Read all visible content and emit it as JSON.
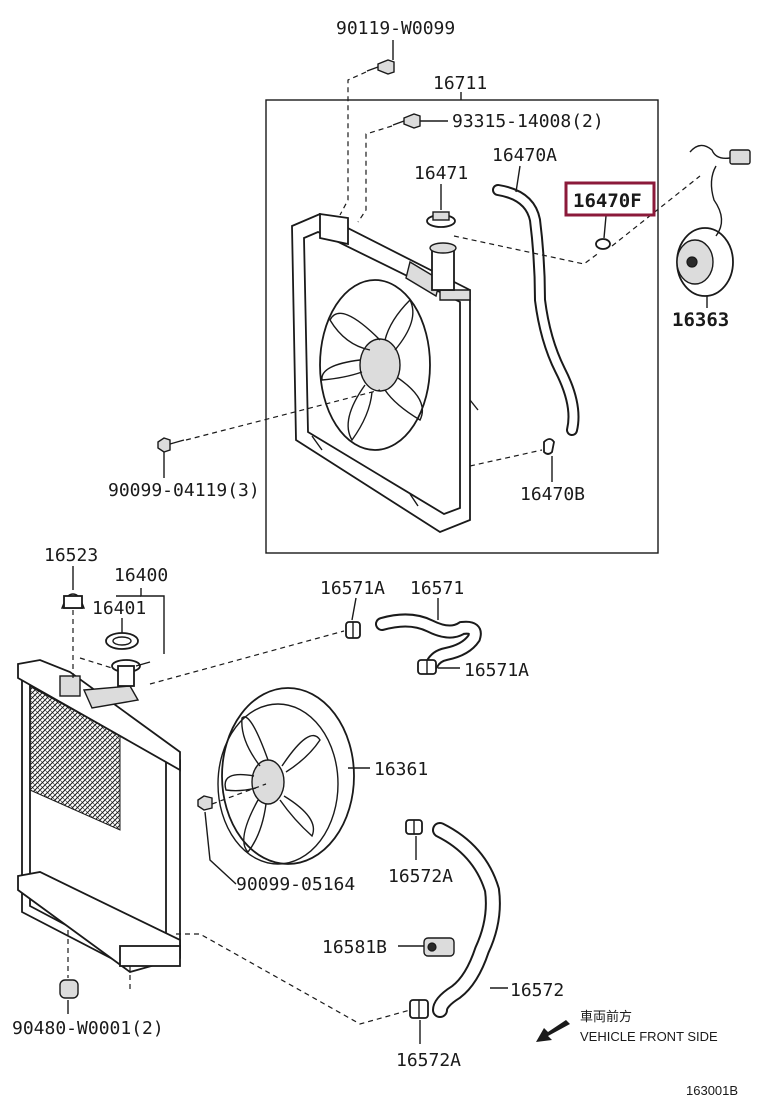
{
  "diagram_id": "163001B",
  "highlight_color": "#8b1a3a",
  "direction_note": {
    "japanese": "車両前方",
    "english": "VEHICLE FRONT SIDE",
    "icon": "arrow-down-left-icon"
  },
  "labels": {
    "p90119": "90119-W0099",
    "p16711": "16711",
    "p93315": "93315-14008(2)",
    "p16471": "16471",
    "p16470A": "16470A",
    "p16470F": "16470F",
    "p16363": "16363",
    "p90099_04119": "90099-04119(3)",
    "p16470B": "16470B",
    "p16523": "16523",
    "p16400": "16400",
    "p16401": "16401",
    "p16571A_top": "16571A",
    "p16571": "16571",
    "p16571A_bottom": "16571A",
    "p16361": "16361",
    "p90099_05164": "90099-05164",
    "p16572A_top": "16572A",
    "p16581B": "16581B",
    "p16572": "16572",
    "p90480": "90480-W0001(2)",
    "p16572A_bottom": "16572A"
  }
}
